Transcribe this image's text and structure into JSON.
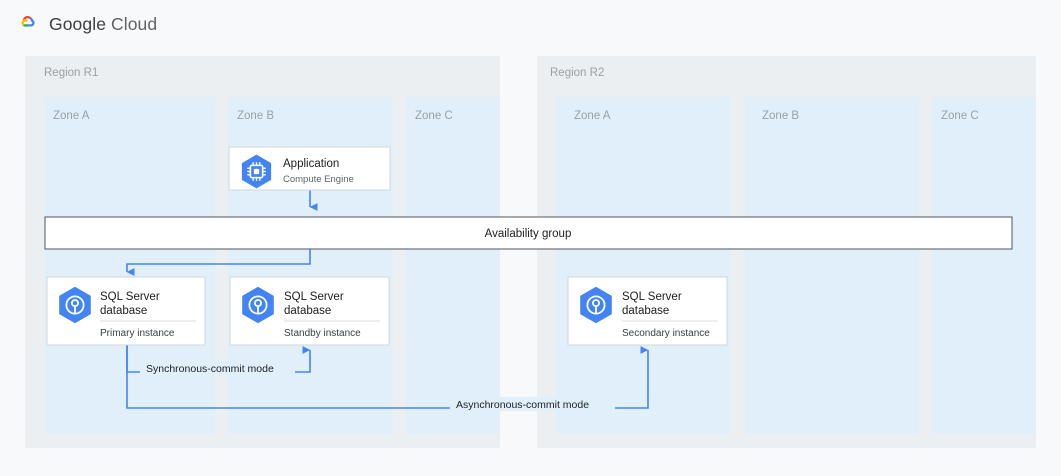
{
  "brand": {
    "logo_icon": "google-cloud-logo-icon",
    "word_google": "Google",
    "word_cloud": "Cloud"
  },
  "colors": {
    "page_bg": "#f8f9fa",
    "region_bg": "#eceff1",
    "zone_bg": "#e1effa",
    "accent_blue": "#4285f4",
    "icon_blue": "#4284f4",
    "box_border": "#d2d5d9",
    "bar_border": "#5f6368",
    "label_gray": "#9aa0a6",
    "text_dark": "#202124"
  },
  "diagram": {
    "availability_bar": {
      "label": "Availability group"
    },
    "regions": [
      {
        "name": "region-r1",
        "label": "Region R1",
        "zones": [
          {
            "name": "zone-a",
            "label": "Zone A"
          },
          {
            "name": "zone-b",
            "label": "Zone B"
          },
          {
            "name": "zone-c",
            "label": "Zone C"
          }
        ]
      },
      {
        "name": "region-r2",
        "label": "Region R2",
        "zones": [
          {
            "name": "zone-a",
            "label": "Zone A"
          },
          {
            "name": "zone-b",
            "label": "Zone B"
          },
          {
            "name": "zone-c",
            "label": "Zone C"
          }
        ]
      }
    ],
    "nodes": [
      {
        "name": "application-compute-engine",
        "icon": "compute-engine-icon",
        "title": "Application",
        "subtitle": "Compute Engine",
        "divider": false
      },
      {
        "name": "sql-server-primary",
        "icon": "sql-server-database-icon",
        "title_line1": "SQL Server",
        "title_line2": "database",
        "subtitle": "Primary instance",
        "divider": true
      },
      {
        "name": "sql-server-standby",
        "icon": "sql-server-database-icon",
        "title_line1": "SQL Server",
        "title_line2": "database",
        "subtitle": "Standby instance",
        "divider": true
      },
      {
        "name": "sql-server-secondary",
        "icon": "sql-server-database-icon",
        "title_line1": "SQL Server",
        "title_line2": "database",
        "subtitle": "Secondary instance",
        "divider": true
      }
    ],
    "edges": [
      {
        "name": "edge-sync-commit",
        "label": "Synchronous-commit mode"
      },
      {
        "name": "edge-async-commit",
        "label": "Asynchronous-commit mode"
      }
    ]
  }
}
